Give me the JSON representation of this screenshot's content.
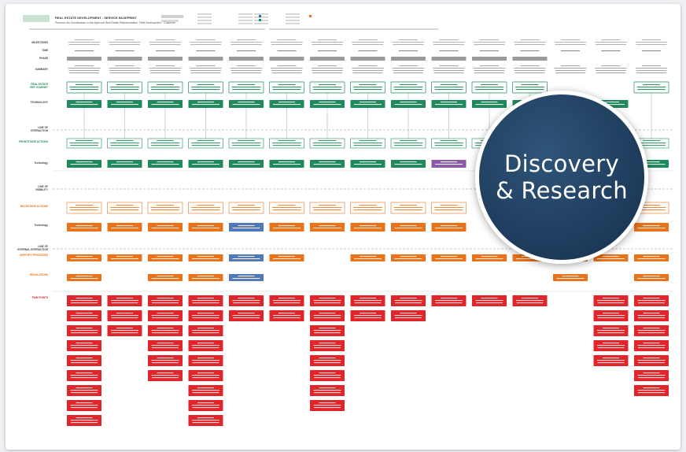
{
  "header": {
    "title": "REAL ESTATE DEVELOPMENT - SERVICE BLUEPRINT",
    "subtitle": "Persona: Ibo Scrollwasser in the Approval Real Estate Representative, Field Development - Customer"
  },
  "badge": {
    "line1": "Discovery",
    "line2": "& Research"
  },
  "rows": [
    {
      "key": "milestones",
      "label": "MILESTONES"
    },
    {
      "key": "time",
      "label": "TIME"
    },
    {
      "key": "phase",
      "label": "PHASE"
    },
    {
      "key": "summary",
      "label": "SUMMARY"
    },
    {
      "key": "real_estate",
      "label": "REAL ESTATE REP JOURNEY"
    },
    {
      "key": "technology",
      "label": "TECHNOLOGY"
    },
    {
      "key": "line_interaction",
      "label": "LINE OF INTERACTION"
    },
    {
      "key": "frontstage",
      "label": "FRONTSTAGE ACTIONS"
    },
    {
      "key": "technology2",
      "label": "Technology"
    },
    {
      "key": "line_visibility",
      "label": "LINE OF VISIBILITY"
    },
    {
      "key": "backstage",
      "label": "BACKSTAGE ACTIONS"
    },
    {
      "key": "technology3",
      "label": "Technology"
    },
    {
      "key": "line_internal",
      "label": "LINE OF INTERNAL INTERACTION"
    },
    {
      "key": "support",
      "label": "SUPPORT PROCESSES"
    },
    {
      "key": "regulations",
      "label": "REGULATIONS"
    },
    {
      "key": "pain_points",
      "label": "PAIN POINTS"
    }
  ]
}
